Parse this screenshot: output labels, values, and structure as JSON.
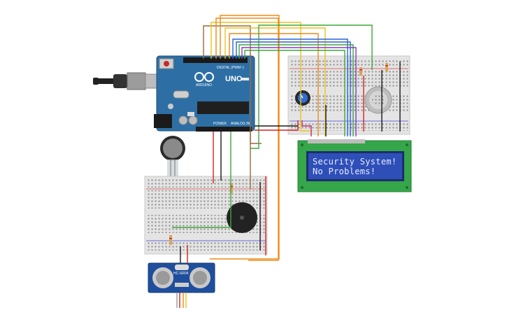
{
  "arduino": {
    "brand": "ARDUINO",
    "model": "UNO",
    "header_digital": "DIGITAL (PWM~)",
    "header_power": "POWER",
    "header_analog": "ANALOG IN"
  },
  "lcd": {
    "line1": "Security System!",
    "line2": "No Problems!"
  },
  "ultrasonic": {
    "model": "HC-SR04"
  },
  "colors": {
    "board_blue": "#2d6fa5",
    "breadboard": "#e4e4e4",
    "lcd_green": "#35a64a",
    "lcd_screen": "#2f4fb8",
    "wire_red": "#d22222",
    "wire_black": "#1a1a1a",
    "wire_orange": "#ee8a16",
    "wire_yellow": "#e8c41c",
    "wire_green": "#3aa83a",
    "wire_blue": "#2a62d6",
    "wire_purple": "#8a38c8",
    "wire_brown": "#9a6a3a"
  }
}
